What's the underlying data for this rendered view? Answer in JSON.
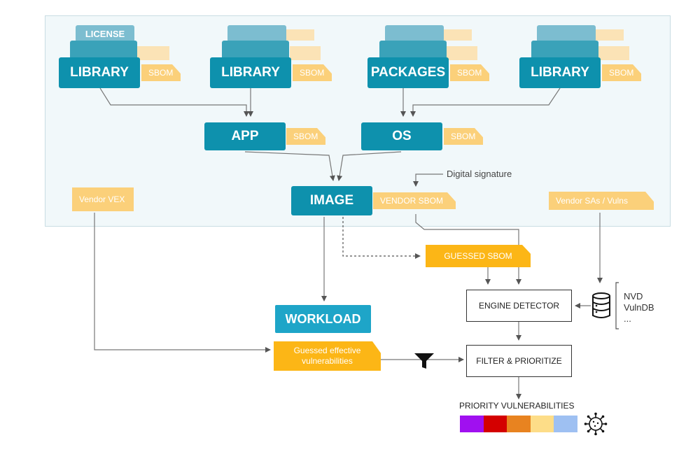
{
  "top": {
    "stacks": [
      {
        "main": "LIBRARY",
        "tag": "SBOM",
        "license": "LICENSE"
      },
      {
        "main": "LIBRARY",
        "tag": "SBOM"
      },
      {
        "main": "PACKAGES",
        "tag": "SBOM"
      },
      {
        "main": "LIBRARY",
        "tag": "SBOM"
      }
    ],
    "app": {
      "label": "APP",
      "tag": "SBOM"
    },
    "os": {
      "label": "OS",
      "tag": "SBOM"
    },
    "image": {
      "label": "IMAGE",
      "tag": "VENDOR SBOM"
    },
    "digital_signature": "Digital signature",
    "vendor_vex": "Vendor VEX",
    "vendor_sas": "Vendor SAs / Vulns"
  },
  "lower": {
    "guessed_sbom": "GUESSED SBOM",
    "workload": "WORKLOAD",
    "engine_detector": "ENGINE DETECTOR",
    "filter_prioritize": "FILTER & PRIORITIZE",
    "guessed_effective_line1": "Guessed effective",
    "guessed_effective_line2": "vulnerabilities",
    "databases": [
      "NVD",
      "VulnDB",
      "..."
    ],
    "priority_title": "PRIORITY VULNERABILITIES",
    "priority_colors": [
      "#a010f0",
      "#d40000",
      "#e88320",
      "#fddd88",
      "#9ec0f2"
    ]
  },
  "icons": [
    "database-icon",
    "funnel-icon",
    "virus-icon"
  ],
  "colors": {
    "teal": "#0e91ad",
    "sbom_tag": "#fbd07a",
    "orange": "#fcb616",
    "region_bg": "#f1f8fa"
  }
}
